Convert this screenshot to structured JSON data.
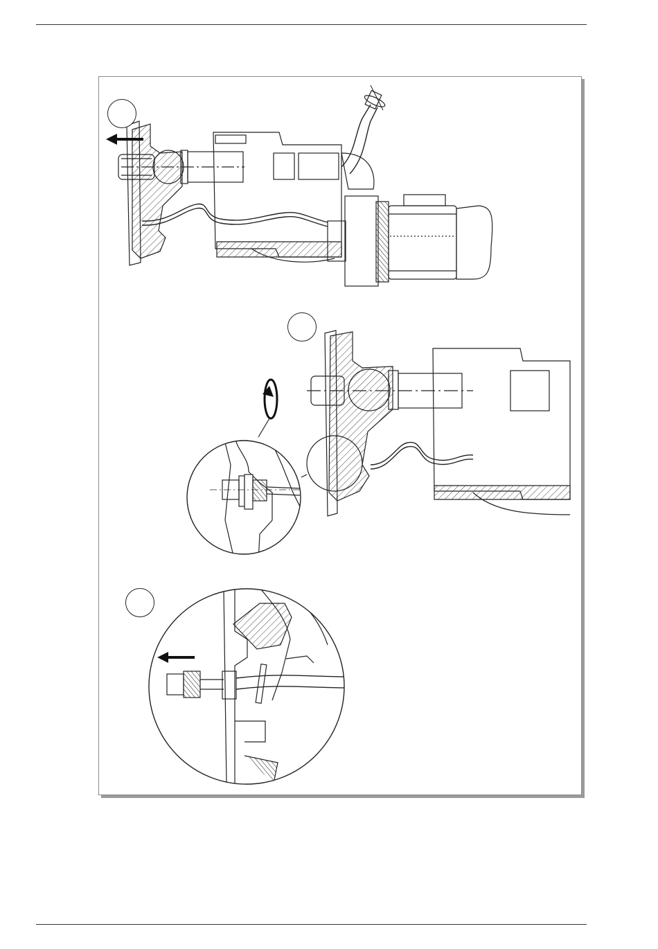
{
  "page": {
    "background": "#ffffff",
    "frame_shadow": "#9b9b9b"
  },
  "figure": {
    "steps": [
      {
        "id": "step-1",
        "number": ""
      },
      {
        "id": "step-2",
        "number": ""
      },
      {
        "id": "step-3",
        "number": ""
      }
    ],
    "icons": [
      "arrow-left-icon",
      "rotate-arrow-icon"
    ],
    "colors": {
      "line": "#222222",
      "hatch": "#444444",
      "motor_fill": "#ffffff"
    }
  }
}
